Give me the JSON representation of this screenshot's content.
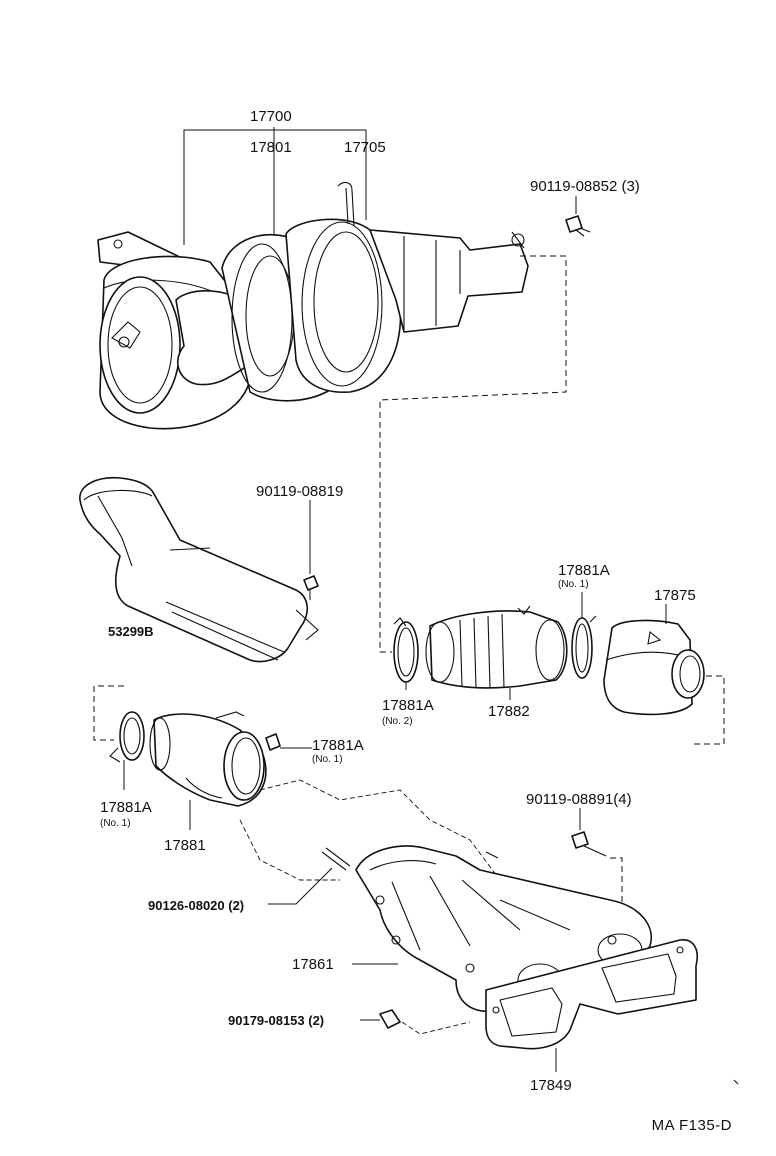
{
  "figure_code": "MA  F135-D",
  "labels": {
    "p17700": "17700",
    "p17801": "17801",
    "p17705": "17705",
    "p9011908852": "90119-08852 (3)",
    "p9011908819": "90119-08819",
    "p53299b": "53299B",
    "p17881a_top": "17881A",
    "p17881a_top_no": "(No. 1)",
    "p17875": "17875",
    "p17881a_no2": "17881A",
    "p17881a_no2_no": "(No. 2)",
    "p17882": "17882",
    "p17881a_right": "17881A",
    "p17881a_right_no": "(No. 1)",
    "p17881a_left": "17881A",
    "p17881a_left_no": "(No. 1)",
    "p17881": "17881",
    "p9011908891": "90119-08891(4)",
    "p9012608020": "90126-08020 (2)",
    "p17861": "17861",
    "p9017908153": "90179-08153 (2)",
    "p17849": "17849"
  }
}
